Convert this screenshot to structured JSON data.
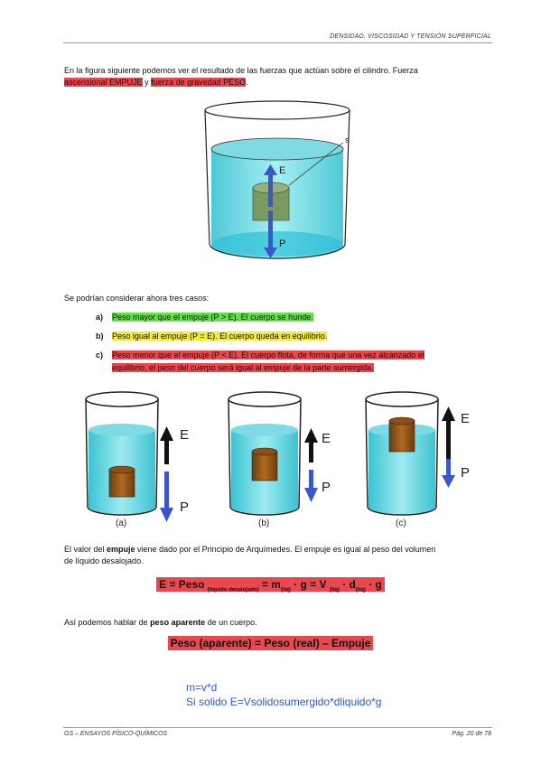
{
  "header": {
    "title": "DENSIDAD, VISCOSIDAD Y TENSIÓN SUPERFICIAL"
  },
  "intro": {
    "text1": "En la figura siguiente podemos ver el resultado de las fuerzas que actúan sobre el cilindro. Fuerza",
    "highlight1": "ascensional EMPUJE",
    "conj": " y ",
    "highlight2": "fuerza de gravedad PESO",
    "end": "."
  },
  "figure1": {
    "label_s": "s",
    "label_e": "E",
    "label_p": "P"
  },
  "cases": {
    "intro": "Se podrían considerar ahora tres casos:",
    "items": [
      {
        "label": "a)",
        "text": "Peso mayor que el empuje (P > E). El cuerpo se hunde.",
        "color": "#66e04a"
      },
      {
        "label": "b)",
        "text": "Peso igual al empuje (P = E). El cuerpo queda en equilibrio.",
        "color": "#f3ea33"
      },
      {
        "label": "c)",
        "text_line1": "Peso menor que el empuje (P < E). El cuerpo flota, de forma que una vez alcanzado el",
        "text_line2": "equilibrio, el peso del cuerpo será igual al empuje de la parte sumergida.",
        "color": "#e8484e"
      }
    ]
  },
  "figure2": {
    "panels": [
      {
        "caption": "(a)",
        "label_e": "E",
        "label_p": "P"
      },
      {
        "caption": "(b)",
        "label_e": "E",
        "label_p": "P"
      },
      {
        "caption": "(c)",
        "label_e": "E",
        "label_p": "P"
      }
    ]
  },
  "archimedes": {
    "pre": "El valor del ",
    "bold": "empuje",
    "post": " viene dado por el Principio de Arquímedes. El empuje es igual al peso del volumen",
    "line2": "de líquido desalojado."
  },
  "formula1": {
    "a": "E = Peso ",
    "a_sub": "(líquido desalojado)",
    "b": " = m",
    "b_sub": "(líq)",
    "c": " · g   = V ",
    "c_sub": "(líq)",
    "d": " · d",
    "d_sub": "(líq)",
    "e": " · g"
  },
  "apparent": {
    "pre": "Así podemos hablar de ",
    "bold": "peso aparente",
    "post": " de un cuerpo."
  },
  "formula2": {
    "text": "Peso (aparente) = Peso (real) – Empuje"
  },
  "notes": {
    "line1": "m=v*d",
    "line2": "Si solido E=Vsolidosumergido*dliquido*g"
  },
  "footer": {
    "left": "GS – ENSAYOS FÍSICO-QUÍMICOS",
    "right": "Pág. 20 de 78"
  }
}
